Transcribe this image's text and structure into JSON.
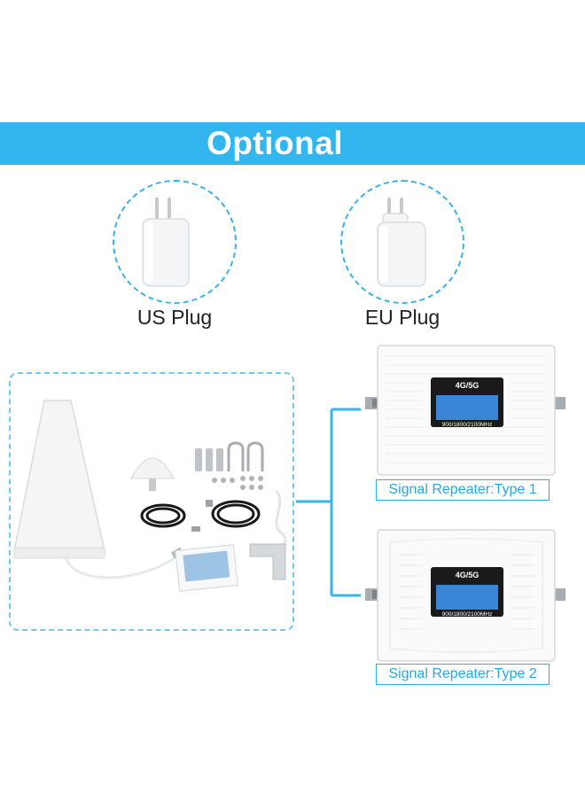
{
  "banner": {
    "title": "Optional"
  },
  "plugs": [
    {
      "label": "US Plug"
    },
    {
      "label": "EU Plug"
    }
  ],
  "repeaters": [
    {
      "label": "Signal Repeater:Type 1",
      "screen_band": "4G/5G",
      "frequency": "900/1800/2100MHz"
    },
    {
      "label": "Signal Repeater:Type 2",
      "screen_band": "4G/5G",
      "frequency": "900/1800/2100MHz"
    }
  ],
  "colors": {
    "accent": "#33b5ee",
    "frame": "#73c8ef",
    "label_text": "#2aa7e3"
  }
}
